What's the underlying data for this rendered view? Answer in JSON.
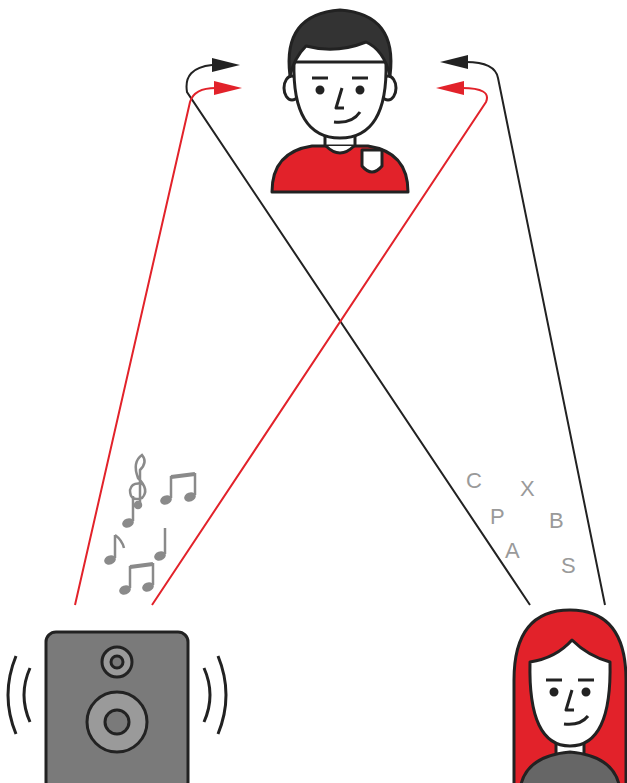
{
  "diagram": {
    "labels": [
      "C",
      "X",
      "P",
      "B",
      "A",
      "S"
    ]
  }
}
